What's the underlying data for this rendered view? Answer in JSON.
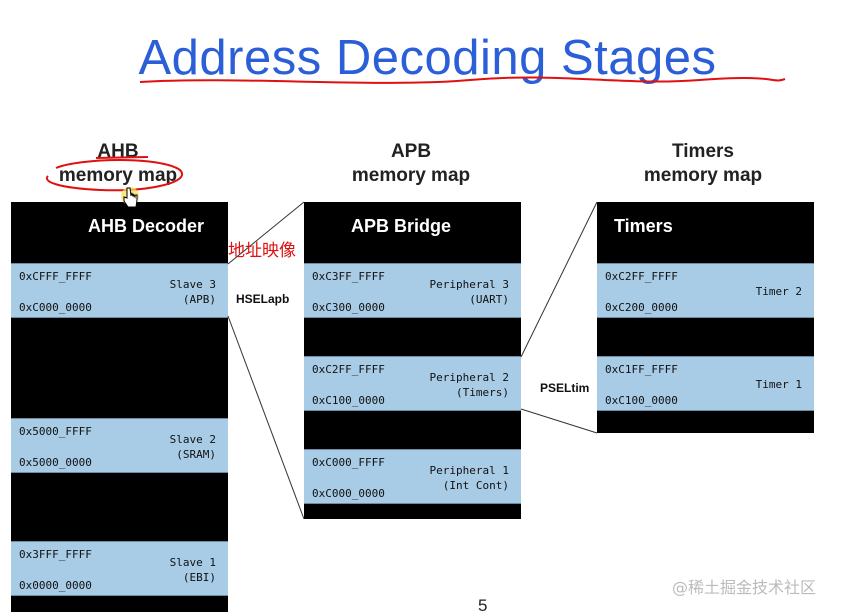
{
  "title": "Address Decoding Stages",
  "ahb": {
    "header_line1": "AHB",
    "header_line2": "memory map",
    "block_title": "AHB Decoder",
    "regions": [
      {
        "addr_high": "0xCFFF_FFFF",
        "addr_low": "0xC000_0000",
        "name": "Slave 3",
        "sub": "(APB)"
      },
      {
        "addr_high": "0x5000_FFFF",
        "addr_low": "0x5000_0000",
        "name": "Slave 2",
        "sub": "(SRAM)"
      },
      {
        "addr_high": "0x3FFF_FFFF",
        "addr_low": "0x0000_0000",
        "name": "Slave 1",
        "sub": "(EBI)"
      }
    ]
  },
  "apb": {
    "header_line1": "APB",
    "header_line2": "memory map",
    "block_title": "APB Bridge",
    "regions": [
      {
        "addr_high": "0xC3FF_FFFF",
        "addr_low": "0xC300_0000",
        "name": "Peripheral 3",
        "sub": "(UART)"
      },
      {
        "addr_high": "0xC2FF_FFFF",
        "addr_low": "0xC100_0000",
        "name": "Peripheral 2",
        "sub": "(Timers)"
      },
      {
        "addr_high": "0xC000_FFFF",
        "addr_low": "0xC000_0000",
        "name": "Peripheral 1",
        "sub": "(Int Cont)"
      }
    ]
  },
  "timers": {
    "header_line1": "Timers",
    "header_line2": "memory map",
    "block_title": "Timers",
    "regions": [
      {
        "addr_high": "0xC2FF_FFFF",
        "addr_low": "0xC200_0000",
        "name": "Timer 2"
      },
      {
        "addr_high": "0xC1FF_FFFF",
        "addr_low": "0xC100_0000",
        "name": "Timer 1"
      }
    ]
  },
  "signals": {
    "hsel": "HSELapb",
    "psel": "PSELtim"
  },
  "annotation": "地址映像",
  "page_number": "5",
  "watermark": "@稀土掘金技术社区",
  "colors": {
    "title": "#2b5fd8",
    "region_fill": "#a8cce6",
    "block": "#000000",
    "annotation": "#e01010"
  },
  "icons": {
    "cursor": "hand-pointer-icon"
  }
}
